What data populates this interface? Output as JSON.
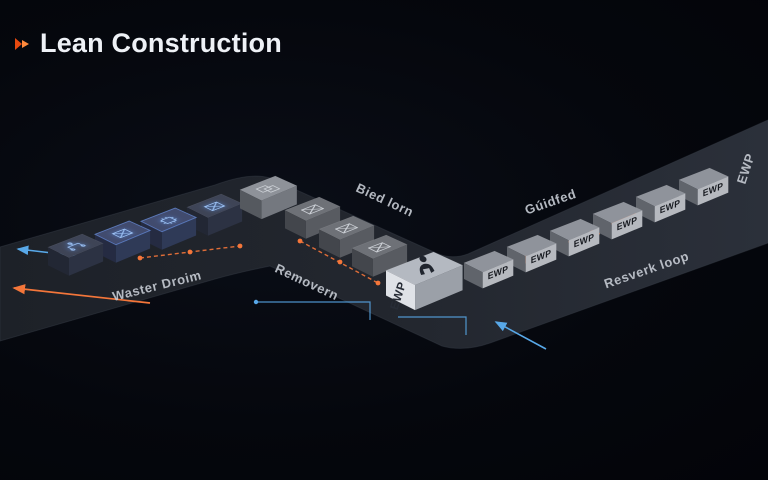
{
  "title": "Lean Construction",
  "diagram": {
    "road_labels": {
      "left": "Waster Droim",
      "descend_lower": "Removern",
      "descend_upper": "Bied lorn",
      "right_upper": "Gúidfed",
      "right_lower": "Resverk loop",
      "edge": "EWP"
    },
    "main_box_label": "EWP",
    "ewp_labels": [
      "EWP",
      "EWP",
      "EWP",
      "EWP",
      "EWP",
      "EWP"
    ],
    "icons": {
      "title": "arrow-right-icon",
      "box1": "circuit-icon",
      "box2": "x-box-icon",
      "box3": "chip-icon",
      "box4": "x-box-icon",
      "box5": "copy-icon",
      "box6": "envelope-icon",
      "box7": "envelope-icon",
      "box8": "envelope-icon",
      "main_box": "worker-icon"
    },
    "colors": {
      "background": "#05070d",
      "road": "#23272f",
      "accent_orange": "#f4763a",
      "accent_blue": "#58a8e8",
      "title_text": "#eef1f6",
      "box_navy": "#414b6e",
      "box_gray": "#8f939b"
    }
  }
}
